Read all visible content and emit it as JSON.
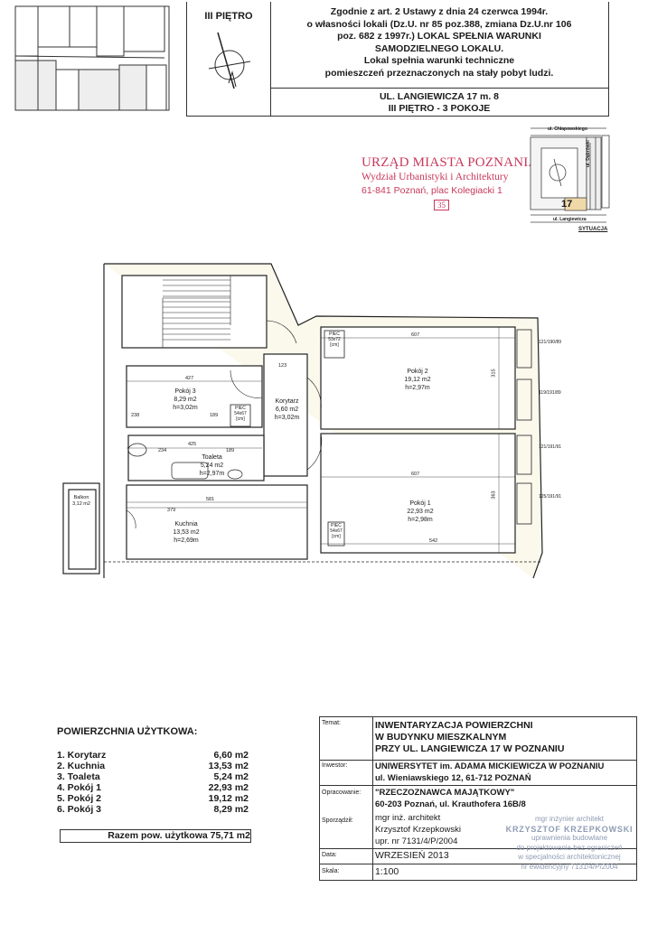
{
  "header": {
    "floor": "III PIĘTRO",
    "legal_lines": [
      "Zgodnie z art. 2 Ustawy z dnia 24 czerwca 1994r.",
      "o własności lokali (Dz.U. nr 85 poz.388, zmiana Dz.U.nr 106",
      "poz. 682 z 1997r.) LOKAL SPEŁNIA WARUNKI",
      "SAMODZIELNEGO LOKALU.",
      "Lokal spełnia warunki techniczne",
      "pomieszczeń przeznaczonych na stały pobyt ludzi."
    ],
    "address_lines": [
      "UL. LANGIEWICZA 17 m. 8",
      "III PIĘTRO - 3 POKOJE"
    ]
  },
  "stamp": {
    "line1": "URZĄD MIASTA POZNANIA",
    "line2": "Wydział Urbanistyki i Architektury",
    "line3": "61-841 Poznań, plac Kolegiacki 1",
    "number": "35"
  },
  "situation": {
    "street_top": "ul. Chłapowskiego",
    "street_right": "ul. Dąbrówki",
    "street_bottom": "ul. Langiewicza",
    "building_number": "17",
    "title": "SYTUACJA"
  },
  "plan": {
    "rooms": [
      {
        "name": "Pokój 3",
        "area": "8,29 m2",
        "height": "h=3,02m"
      },
      {
        "name": "Korytarz",
        "area": "6,60 m2",
        "height": "h=3,02m"
      },
      {
        "name": "Toaleta",
        "area": "5,24 m2",
        "height": "h=2,97m"
      },
      {
        "name": "Kuchnia",
        "area": "13,53 m2",
        "height": "h=2,69m"
      },
      {
        "name": "Pokój 2",
        "area": "19,12 m2",
        "height": "h=2,97m"
      },
      {
        "name": "Pokój 1",
        "area": "22,93 m2",
        "height": "h=2,98m"
      },
      {
        "name": "Balkon",
        "area": "3,12 m2",
        "height": ""
      }
    ],
    "stoves": [
      {
        "label": "PIEC",
        "size": "53x72",
        "unit": "[cm]"
      },
      {
        "label": "PIEC",
        "size": "54x67",
        "unit": "[cm]"
      },
      {
        "label": "PIEC",
        "size": "54x67",
        "unit": "[cm]"
      }
    ],
    "dimensions": {
      "p2_width": "607",
      "p1_width": "607",
      "p1_inner": "542",
      "p3_width": "427",
      "p3_a": "238",
      "p3_b": "189",
      "wc_width": "425",
      "wc_a": "234",
      "wc_b": "189",
      "kitchen_a": "581",
      "kitchen_b": "379",
      "p2_depth": "315",
      "p1_depth": "363",
      "corridor": "123"
    },
    "windows": [
      "121/190/89",
      "119/191/89",
      "121/191/91",
      "125/191/91"
    ]
  },
  "areas": {
    "title": "POWIERZCHNIA UŻYTKOWA:",
    "items": [
      {
        "label": "1. Korytarz",
        "value": "6,60 m2"
      },
      {
        "label": "2. Kuchnia",
        "value": "13,53 m2"
      },
      {
        "label": "3. Toaleta",
        "value": "5,24 m2"
      },
      {
        "label": "4. Pokój 1",
        "value": "22,93 m2"
      },
      {
        "label": "5. Pokój 2",
        "value": "19,12 m2"
      },
      {
        "label": "6. Pokój 3",
        "value": "8,29 m2"
      }
    ],
    "total": "Razem pow. użytkowa  75,71 m2"
  },
  "titleblock": {
    "temat_label": "Temat:",
    "temat": [
      "INWENTARYZACJA POWIERZCHNI",
      "W BUDYNKU MIESZKALNYM",
      "PRZY UL. LANGIEWICZA 17 W POZNANIU"
    ],
    "inwestor_label": "Inwestor:",
    "inwestor": [
      "UNIWERSYTET im. ADAMA MICKIEWICZA W POZNANIU",
      "ul. Wieniawskiego 12, 61-712 POZNAŃ"
    ],
    "opracowanie_label": "Opracowanie:",
    "opracowanie": [
      "\"RZECZOZNAWCA MAJĄTKOWY\"",
      "60-203 Poznań, ul. Krauthofera 16B/8"
    ],
    "sporzadzil_label": "Sporządził:",
    "sporzadzil": [
      "mgr inż. architekt",
      "Krzysztof Krzepkowski",
      "upr. nr 7131/4/P/2004"
    ],
    "data_label": "Data:",
    "data": "WRZESIEŃ 2013",
    "skala_label": "Skala:",
    "skala": "1:100"
  },
  "architect_stamp": {
    "lines": [
      "mgr inżynier architekt",
      "KRZYSZTOF KRZEPKOWSKI",
      "uprawnienia budowlane",
      "do projektowania bez ograniczeń",
      "w specjalności architektonicznej",
      "nr ewidencyjny 7131/4/P/2004"
    ]
  }
}
